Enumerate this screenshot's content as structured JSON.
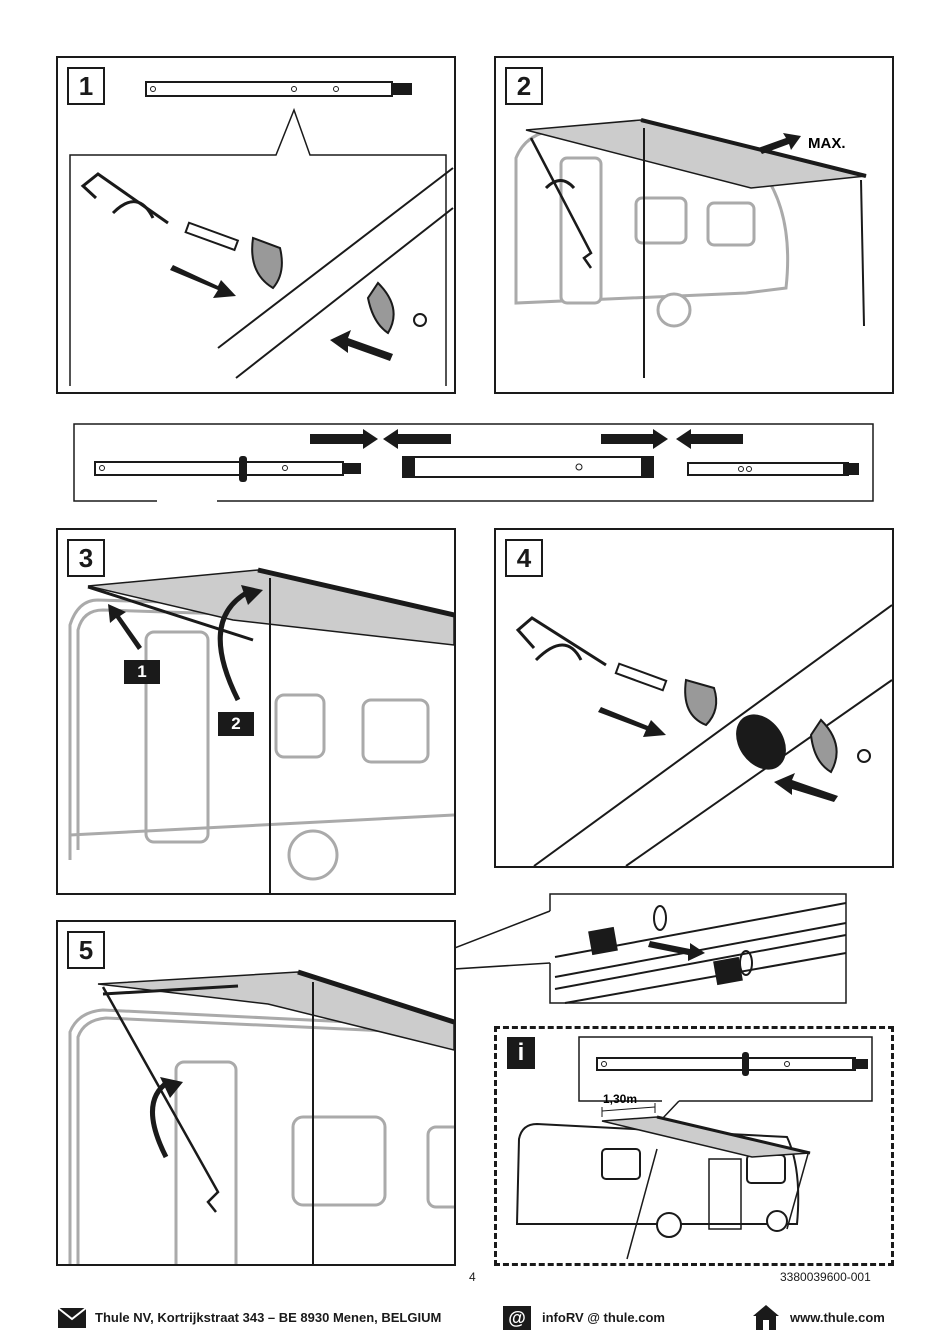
{
  "steps": [
    {
      "number": "1"
    },
    {
      "number": "2",
      "label": "MAX."
    },
    {
      "number": "3",
      "badges": [
        "1",
        "2"
      ]
    },
    {
      "number": "4"
    },
    {
      "number": "5"
    }
  ],
  "info": {
    "symbol": "i",
    "measure": "1,30m"
  },
  "page_number": "4",
  "doc_code": "3380039600-001",
  "footer": {
    "address": "Thule NV, Kortrijkstraat 343 – BE 8930 Menen, BELGIUM",
    "email": "infoRV @ thule.com",
    "web": "www.thule.com"
  }
}
